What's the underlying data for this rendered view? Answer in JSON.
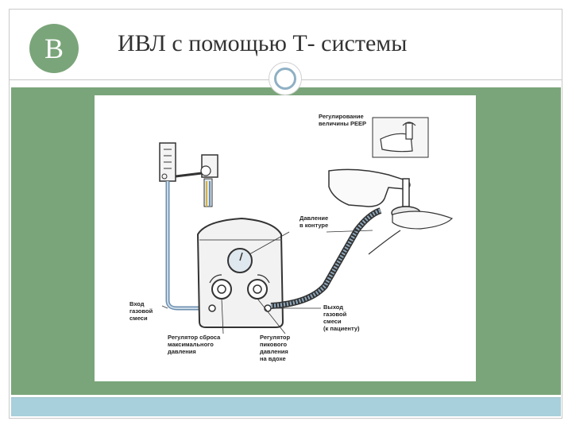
{
  "slide": {
    "badge_letter": "В",
    "title": "ИВЛ с помощью Т- системы"
  },
  "diagram": {
    "labels": {
      "peep": "Регулирование\nвеличины PEEP",
      "circuit_pressure": "Давление\nв контуре",
      "gas_inlet": "Вход\nгазовой\nсмеси",
      "gas_outlet": "Выход\nгазовой\nсмеси\n(к пациенту)",
      "max_pressure_relief": "Регулятор сброса\nмаксимального\nдавления",
      "peak_inspiratory_pressure": "Регулятор\nпикового\nдавления\nна вдохе"
    }
  },
  "colors": {
    "accent_green": "#7aa57a",
    "footer_blue": "#a8cfdc",
    "ring_blue": "#8fb0c4"
  }
}
